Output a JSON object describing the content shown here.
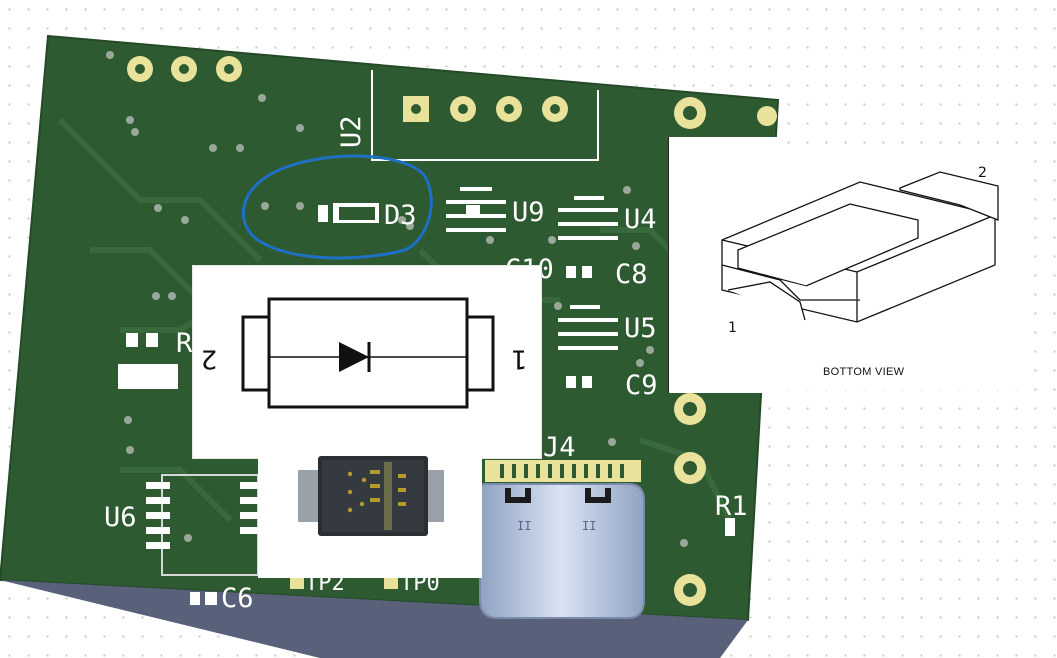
{
  "pcb": {
    "refdes": {
      "U2": "U2",
      "D3": "D3",
      "U9": "U9",
      "U4": "U4",
      "C10": "C10",
      "C8": "C8",
      "U5": "U5",
      "C9": "C9",
      "R": "R",
      "J4": "J4",
      "U6": "U6",
      "C6": "C6",
      "R1": "R1",
      "TP2": "TP2",
      "TP0": "TP0"
    }
  },
  "diode_symbol": {
    "left_pin": "2",
    "right_pin": "1"
  },
  "package_drawing": {
    "pin1": "1",
    "pin2": "2",
    "caption": "BOTTOM VIEW"
  },
  "colors": {
    "board": "#2f5a33",
    "pad_gold": "#e8e29a",
    "annotation": "#1f6fc4",
    "usb_metal": "#b8c6dc"
  }
}
